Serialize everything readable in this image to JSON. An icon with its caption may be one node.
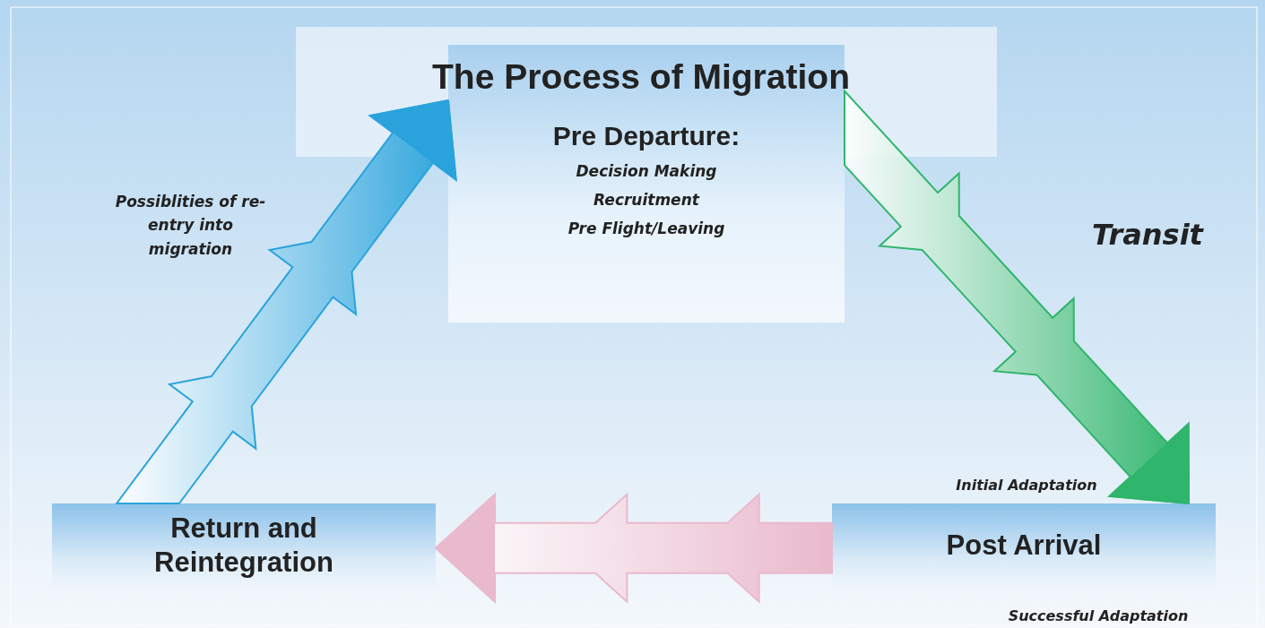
{
  "diagram": {
    "title": "The Process of Migration",
    "nodes": [
      {
        "text": [
          "Pre Departure:",
          "Decision Making",
          "Recruitment",
          "Pre Flight/Leaving"
        ]
      },
      {
        "text": [
          "Post Arrival"
        ],
        "beside": [
          "Initial Adaptation",
          "Successful Adaptation"
        ]
      },
      {
        "text": [
          "Return and Reintegration"
        ]
      }
    ],
    "edges": [
      {
        "from": 0,
        "to": 1,
        "arrow": "to",
        "label": "Transit",
        "color": "#2fb56c"
      },
      {
        "from": 1,
        "to": 2,
        "arrow": "to",
        "color": "#e9b9cc"
      },
      {
        "from": 2,
        "to": 0,
        "arrow": "to",
        "label": "Possiblities of re-entry into migration",
        "color": "#2aa3dc"
      }
    ]
  }
}
